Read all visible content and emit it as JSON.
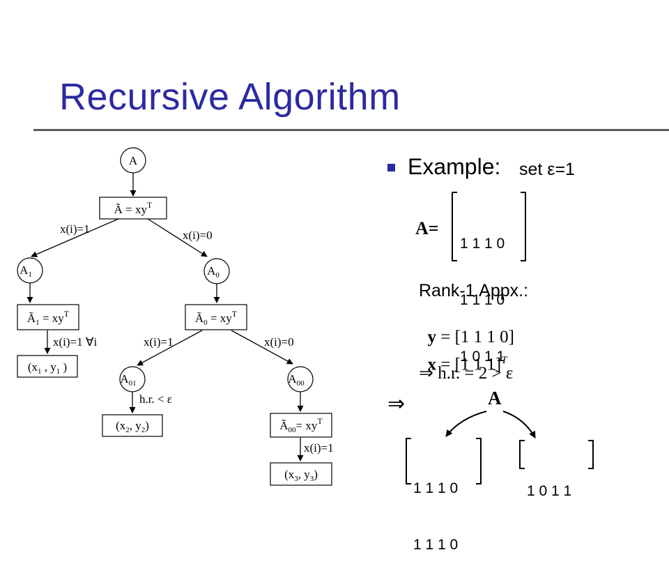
{
  "slide": {
    "title": "Recursive Algorithm"
  },
  "tree": {
    "root": "A",
    "root_approx": {
      "lhs": "Ã",
      "eq": " = xy",
      "sup": "T"
    },
    "edge_left": "x(i)=1",
    "edge_right": "x(i)=0",
    "a1": {
      "base": "A",
      "sub": "1"
    },
    "a0": {
      "base": "A",
      "sub": "0"
    },
    "a1_approx": {
      "base": "Ã",
      "sub": "1",
      "eq": " = xy",
      "sup": "T"
    },
    "a1_edge": "x(i)=1  ∀i",
    "a1_leaf": {
      "open": "(x",
      "sub1": "1",
      "mid": " , y",
      "sub2": "1",
      "close": " )"
    },
    "a0_approx": {
      "base": "Ã",
      "sub": "0",
      "eq": " = xy",
      "sup": "T"
    },
    "a0_edge_left": "x(i)=1",
    "a0_edge_right": "x(i)=0",
    "a01": {
      "base": "A",
      "sub": "01"
    },
    "a00": {
      "base": "A",
      "sub": "00"
    },
    "a01_edge": "h.r. < ε",
    "a01_leaf": {
      "open": "(x",
      "sub1": "2",
      "mid": ", y",
      "sub2": "2",
      "close": ")"
    },
    "a00_approx": {
      "base": "Ã",
      "sub": "00",
      "eq": "= xy",
      "sup": "T"
    },
    "a00_edge": "x(i)=1",
    "a00_leaf": {
      "open": "(x",
      "sub1": "3",
      "mid": ", y",
      "sub2": "3",
      "close": ")"
    }
  },
  "example": {
    "bullet_label": "Example:",
    "setting": "set ε=1",
    "matrix_label": "A=",
    "matrix_rows": [
      "1 1 1 0",
      "1 1 1 0",
      "1 0 1 1"
    ],
    "rank_title": "Rank-1 Appx.:",
    "y_var": "y",
    "y_value": " = [1 1 1 0]",
    "x_var": "x",
    "x_value": " = [1 1 1]",
    "x_sup": "T",
    "hr_line": "⇒ h.r. = 2 > ε",
    "implies": "⇒",
    "split_root": "A",
    "left_rows": [
      "1 1 1 0",
      "1 1 1 0"
    ],
    "right_rows": [
      "1 0 1 1"
    ]
  },
  "colors": {
    "title": "#2b2ba0",
    "bullet": "#2b2ba0",
    "rule": "#5b5b5b"
  }
}
